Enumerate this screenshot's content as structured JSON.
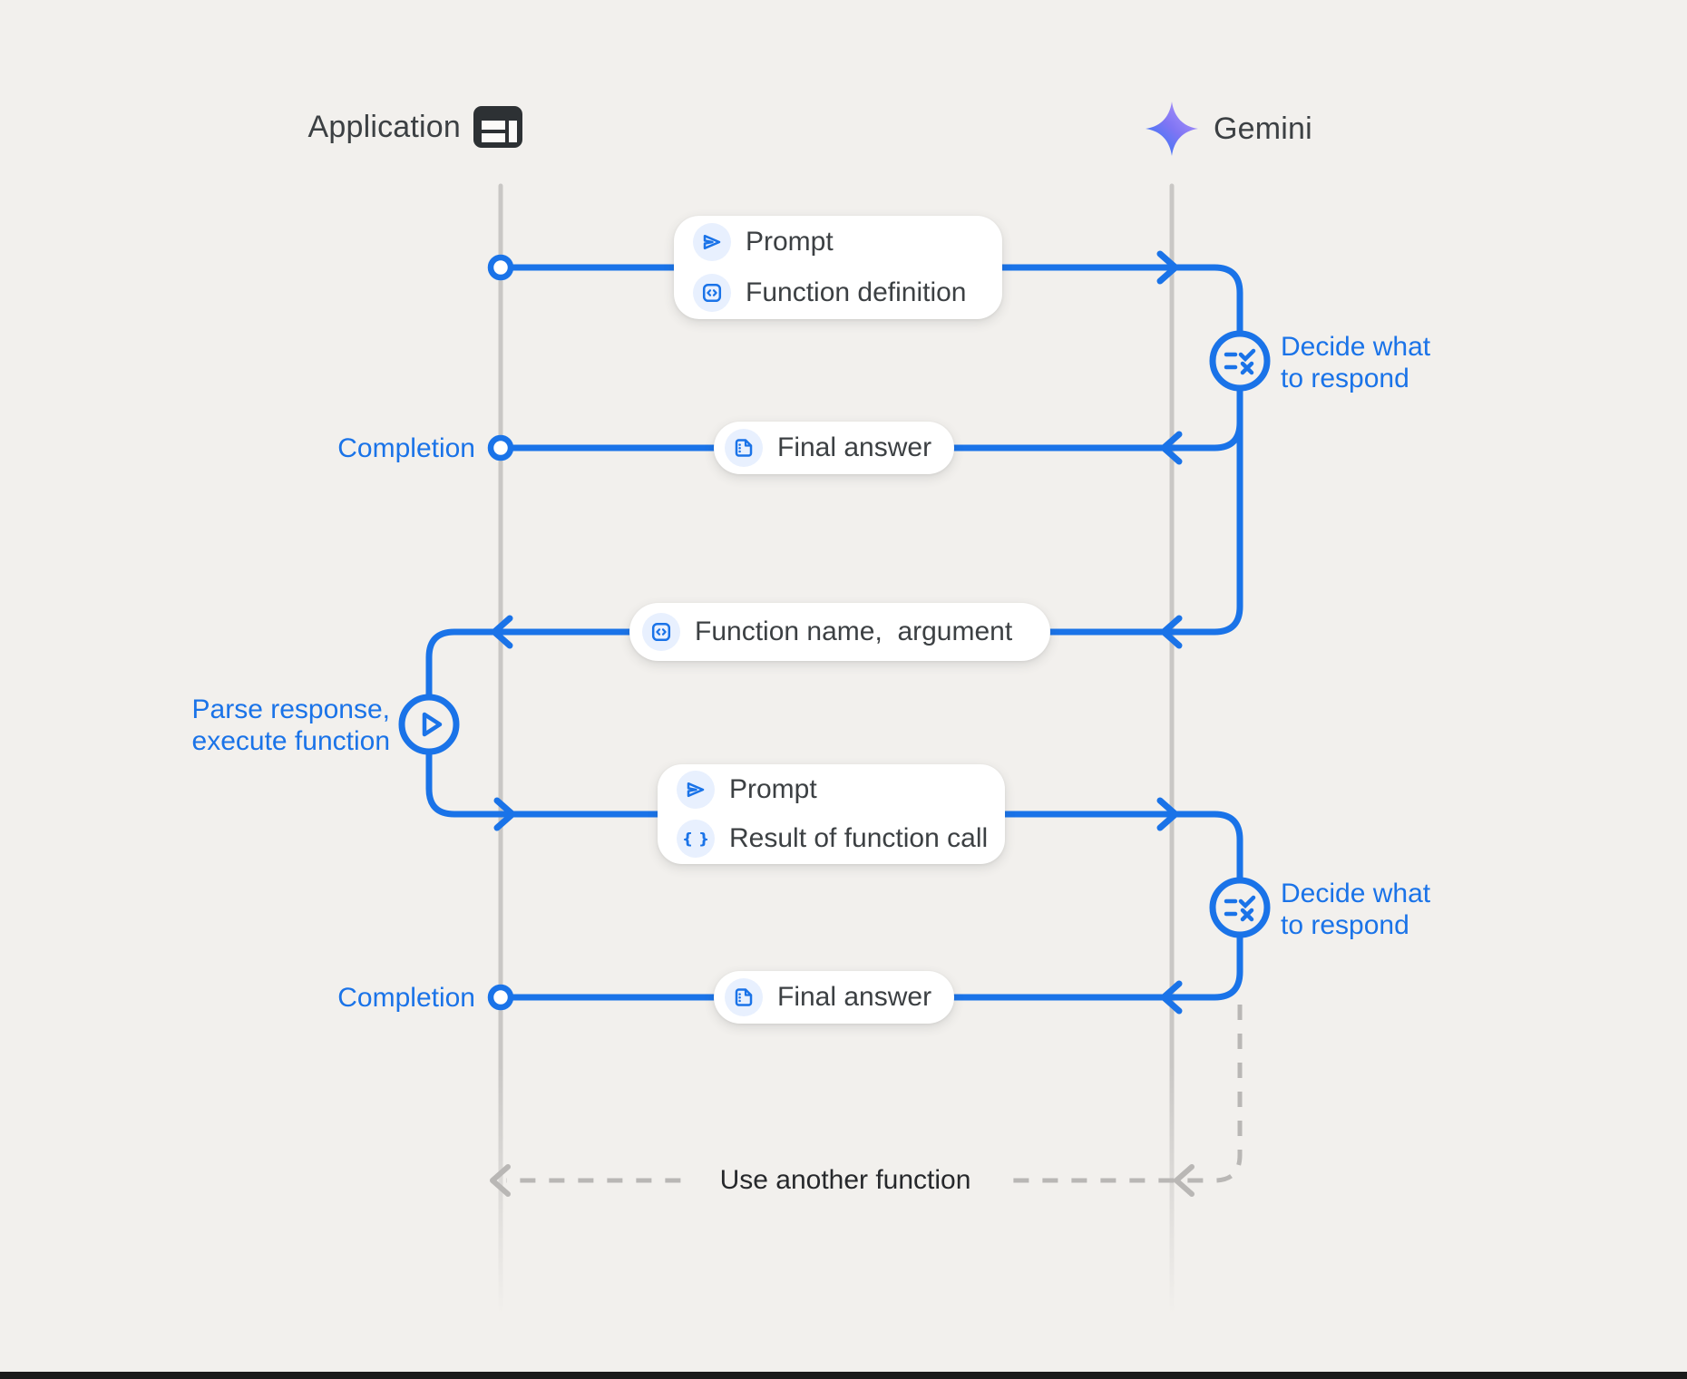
{
  "actors": {
    "application": {
      "label": "Application",
      "icon": "app-window-icon"
    },
    "gemini": {
      "label": "Gemini",
      "icon": "gemini-sparkle-icon"
    }
  },
  "messages": {
    "prompt1": {
      "direction": "application-to-gemini",
      "rows": [
        {
          "icon": "send-icon",
          "label": "Prompt"
        },
        {
          "icon": "code-icon",
          "label": "Function definition"
        }
      ]
    },
    "final_answer1": {
      "direction": "gemini-to-application",
      "icon": "document-icon",
      "label": "Final answer"
    },
    "function_name": {
      "direction": "gemini-to-application",
      "icon": "code-icon",
      "label": "Function name,  argument"
    },
    "prompt2": {
      "direction": "application-to-gemini",
      "rows": [
        {
          "icon": "send-icon",
          "label": "Prompt"
        },
        {
          "icon": "braces-icon",
          "label": "Result of function call"
        }
      ]
    },
    "final_answer2": {
      "direction": "gemini-to-application",
      "icon": "document-icon",
      "label": "Final answer"
    },
    "use_another_function": {
      "direction": "gemini-to-application",
      "style": "dashed",
      "label": "Use another function"
    }
  },
  "annotations": {
    "decide1": {
      "icon": "rule-icon",
      "lines": [
        "Decide what",
        "to respond"
      ]
    },
    "decide2": {
      "icon": "rule-icon",
      "lines": [
        "Decide what",
        "to respond"
      ]
    },
    "completion1": {
      "label": "Completion"
    },
    "completion2": {
      "label": "Completion"
    },
    "parse": {
      "icon": "play-icon",
      "lines": [
        "Parse response,",
        "execute function"
      ]
    }
  },
  "icons": {
    "braces_glyph": "{ }"
  },
  "colors": {
    "background": "#f2f0ed",
    "flow_blue": "#1a73e8",
    "badge_background": "#e8f0fe",
    "box_text": "#3c4043",
    "lifeline_gray": "#c9c7c5",
    "dash_gray": "#b9b7b5",
    "bottom_bar": "#1b1b1b",
    "gemini_gradient_start": "#2779f7",
    "gemini_gradient_end": "#b79cfa"
  }
}
